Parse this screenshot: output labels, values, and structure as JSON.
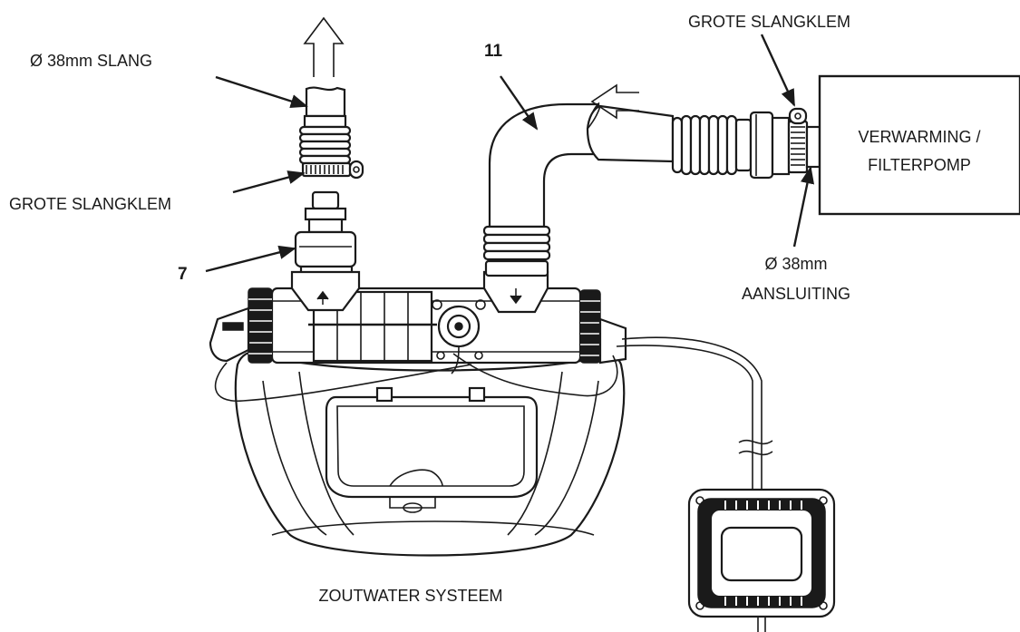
{
  "labels": {
    "hose_top": "Ø 38mm SLANG",
    "clamp_left": "GROTE SLANGKLEM",
    "clamp_right": "GROTE SLANGKLEM",
    "callout_7": "7",
    "callout_11": "11",
    "heater_line1": "VERWARMING /",
    "heater_line2": "FILTERPOMP",
    "connection_line1": "Ø 38mm",
    "connection_line2": "AANSLUITING",
    "system": "ZOUTWATER SYSTEEM"
  },
  "colors": {
    "ink": "#1a1a1a",
    "background": "#ffffff"
  }
}
